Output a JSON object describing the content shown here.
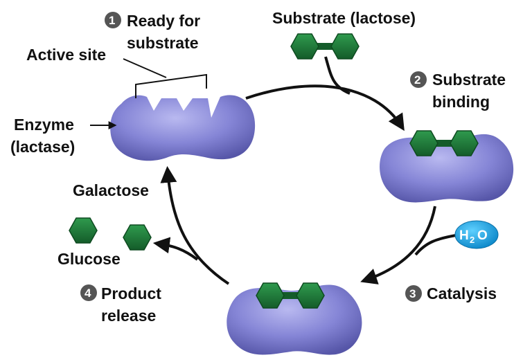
{
  "steps": [
    {
      "number": "1",
      "line1": "Ready for",
      "line2": "substrate"
    },
    {
      "number": "2",
      "line1": "Substrate",
      "line2": "binding"
    },
    {
      "number": "3",
      "line1": "Catalysis"
    },
    {
      "number": "4",
      "line1": "Product",
      "line2": "release"
    }
  ],
  "labels": {
    "substrate": "Substrate (lactose)",
    "active_site": "Active site",
    "enzyme_line1": "Enzyme",
    "enzyme_line2": "(lactase)",
    "galactose": "Galactose",
    "glucose": "Glucose",
    "water_main": "H",
    "water_sub": "2",
    "water_tail": "O"
  },
  "colors": {
    "enzyme": "#7f7fd0",
    "enzyme_dark": "#5a5aa8",
    "sugar": "#1f7a3a",
    "sugar_dark": "#0e4a20",
    "water": "#1aa6e0",
    "badge": "#555555"
  }
}
